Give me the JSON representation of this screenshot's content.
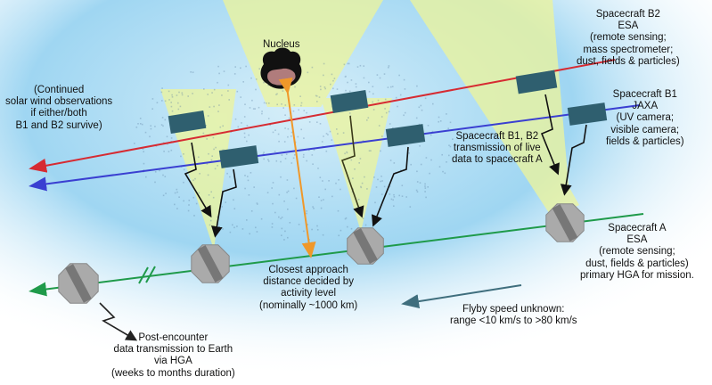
{
  "labels": {
    "nucleus": "Nucleus",
    "spacecraft_b2": "Spacecraft B2\nESA\n(remote sensing;\nmass spectrometer;\ndust, fields & particles)",
    "spacecraft_b1": "Spacecraft B1\nJAXA\n(UV camera;\nvisible camera;\nfields & particles)",
    "solar_wind": "(Continued\nsolar wind observations\nif either/both\nB1 and B2 survive)",
    "b1_b2_transmission": "Spacecraft B1, B2\ntransmission of live\ndata to spacecraft A",
    "spacecraft_a": "Spacecraft A\nESA\n(remote sensing;\ndust, fields & particles)\nprimary HGA for mission.",
    "closest_approach": "Closest approach\ndistance decided by\nactivity level\n(nominally ~1000 km)",
    "flyby_speed": "Flyby speed unknown:\nrange <10 km/s to >80 km/s",
    "post_encounter": "Post-encounter\ndata transmission to Earth\nvia HGA\n(weeks to months duration)"
  },
  "colors": {
    "spacecraft_b2_track": "#d62b32",
    "spacecraft_b1_track": "#3a3fd1",
    "spacecraft_a_track": "#1f9a4a",
    "closest_approach_arrow": "#f0982a",
    "flyby_arrow": "#3f6e7d",
    "spacecraft_body": "#aaaaaa",
    "probe_body": "#2f5f6f",
    "nucleus": "#b07c7c",
    "background_glow": "#9fd6f2",
    "cone_fill": "#eef59a"
  }
}
